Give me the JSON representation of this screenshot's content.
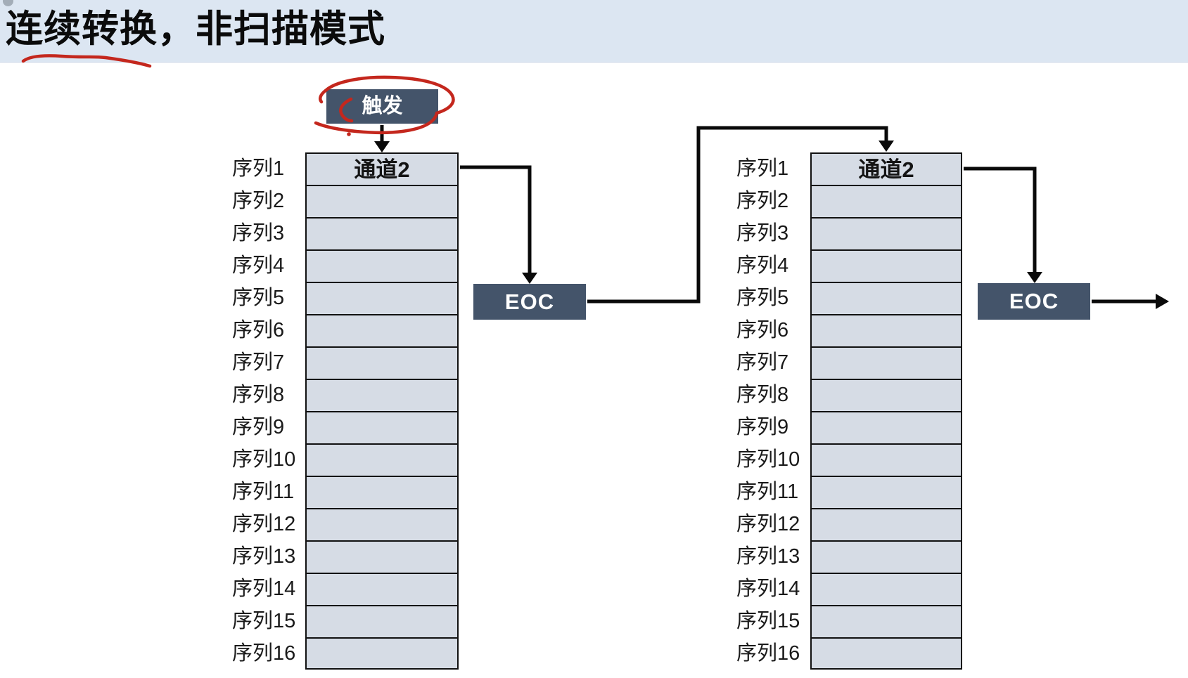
{
  "title": "连续转换，非扫描模式",
  "diagram": {
    "trigger_label": "触发",
    "left_table": {
      "header": "通道2"
    },
    "right_table": {
      "header": "通道2"
    },
    "eoc_left": "EOC",
    "eoc_right": "EOC",
    "sequence_labels": [
      "序列1",
      "序列2",
      "序列3",
      "序列4",
      "序列5",
      "序列6",
      "序列7",
      "序列8",
      "序列9",
      "序列10",
      "序列11",
      "序列12",
      "序列13",
      "序列14",
      "序列15",
      "序列16"
    ]
  },
  "colors": {
    "title_band": "#dce6f2",
    "dark_box": "#44546a",
    "cell_fill": "#d6dce5",
    "line": "#0a0a0a",
    "annotation_red": "#c4271d",
    "box_text": "#ffffff",
    "text": "#111111"
  }
}
